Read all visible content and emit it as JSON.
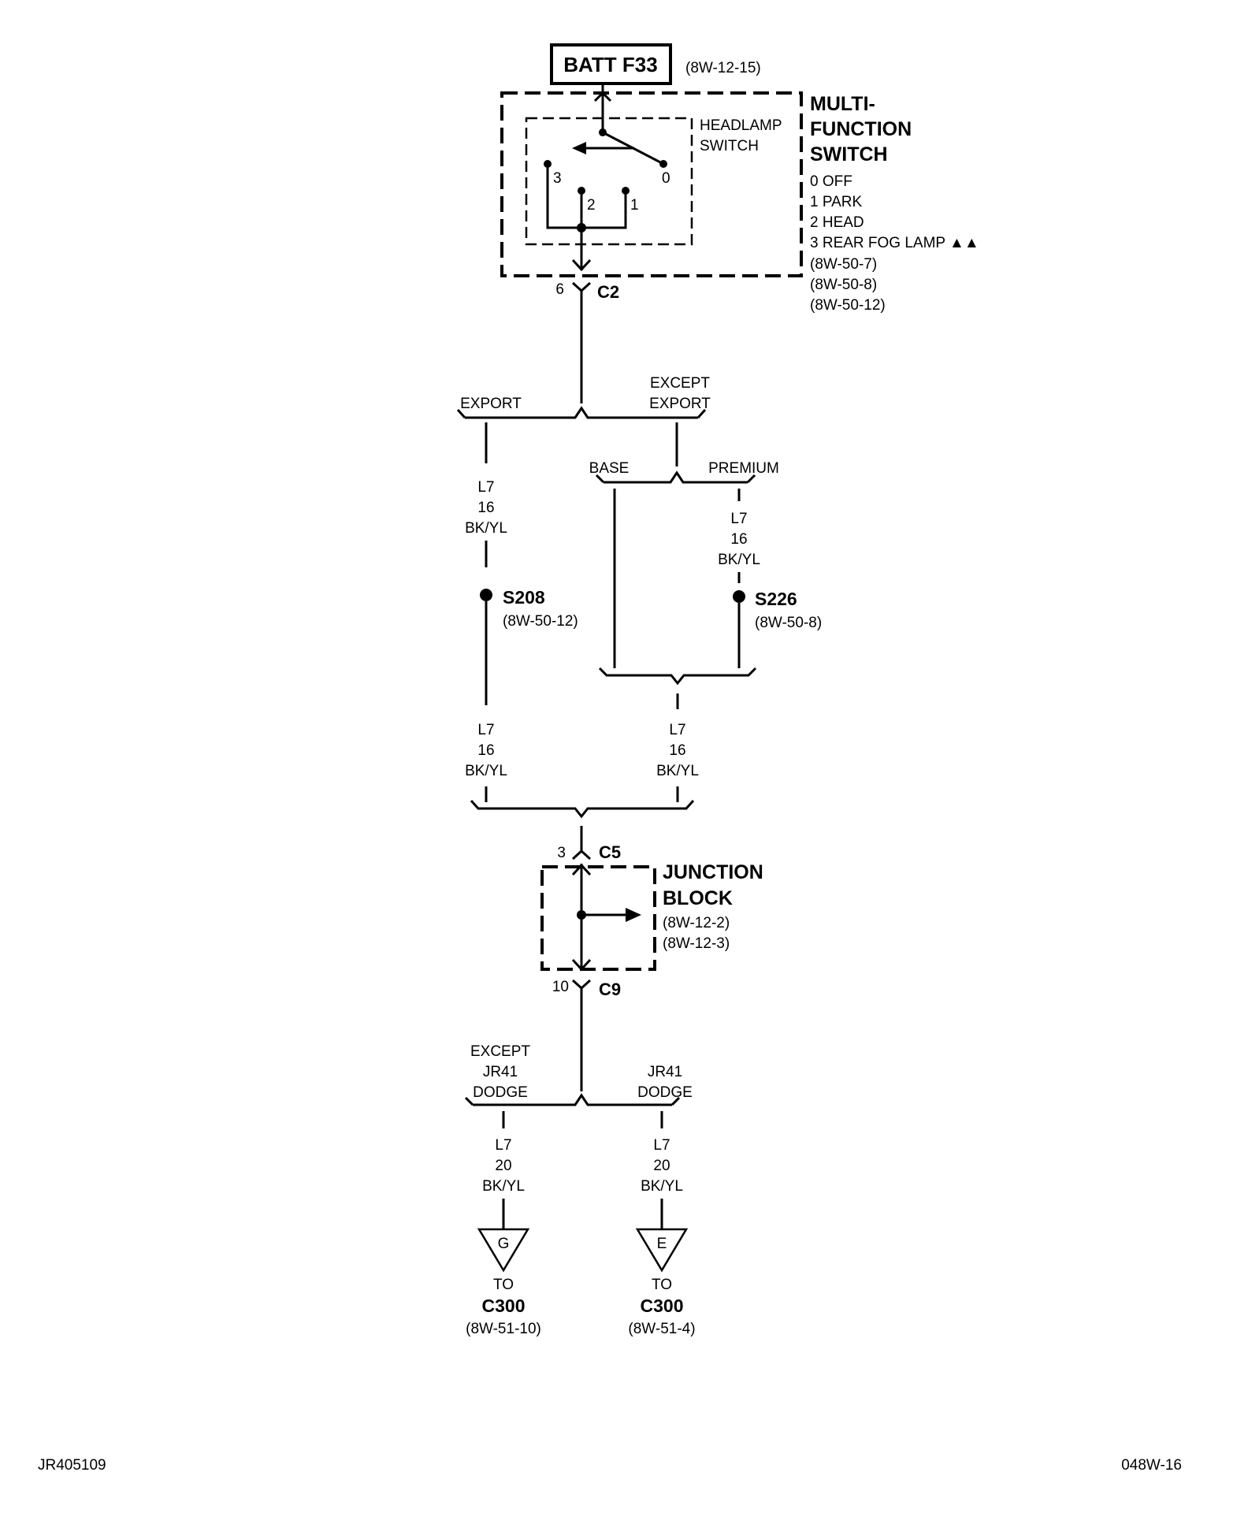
{
  "battery_fuse": {
    "label": "BATT F33",
    "ref": "(8W-12-15)"
  },
  "multifunction_switch": {
    "title": [
      "MULTI-",
      "FUNCTION",
      "SWITCH"
    ],
    "positions": [
      "0 OFF",
      "1 PARK",
      "2 HEAD",
      "3 REAR FOG LAMP ▲▲"
    ],
    "refs": [
      "(8W-50-7)",
      "(8W-50-8)",
      "(8W-50-12)"
    ],
    "headlamp_switch": [
      "HEADLAMP",
      "SWITCH"
    ],
    "terminals": [
      "3",
      "2",
      "1",
      "0"
    ]
  },
  "connector_c2": {
    "name": "C2",
    "pin": "6"
  },
  "split_top": {
    "left": "EXPORT",
    "right": [
      "EXCEPT",
      "EXPORT"
    ]
  },
  "split_sub": {
    "left": "BASE",
    "right": "PREMIUM"
  },
  "wire_export": [
    "L7",
    "16",
    "BK/YL"
  ],
  "wire_premium": [
    "L7",
    "16",
    "BK/YL"
  ],
  "splice_s208": {
    "name": "S208",
    "ref": "(8W-50-12)"
  },
  "splice_s226": {
    "name": "S226",
    "ref": "(8W-50-8)"
  },
  "wire_export_lower": [
    "L7",
    "16",
    "BK/YL"
  ],
  "wire_except_lower": [
    "L7",
    "16",
    "BK/YL"
  ],
  "connector_c5": {
    "name": "C5",
    "pin": "3"
  },
  "junction_block": {
    "title": [
      "JUNCTION",
      "BLOCK"
    ],
    "refs": [
      "(8W-12-2)",
      "(8W-12-3)"
    ]
  },
  "connector_c9": {
    "name": "C9",
    "pin": "10"
  },
  "split_bottom": {
    "left": [
      "EXCEPT",
      "JR41",
      "DODGE"
    ],
    "right": [
      "JR41",
      "DODGE"
    ]
  },
  "wire_g": [
    "L7",
    "20",
    "BK/YL"
  ],
  "wire_e": [
    "L7",
    "20",
    "BK/YL"
  ],
  "output_g": {
    "letter": "G",
    "to": "TO",
    "connector": "C300",
    "ref": "(8W-51-10)"
  },
  "output_e": {
    "letter": "E",
    "to": "TO",
    "connector": "C300",
    "ref": "(8W-51-4)"
  },
  "footer": {
    "left": "JR405109",
    "right": "048W-16"
  }
}
